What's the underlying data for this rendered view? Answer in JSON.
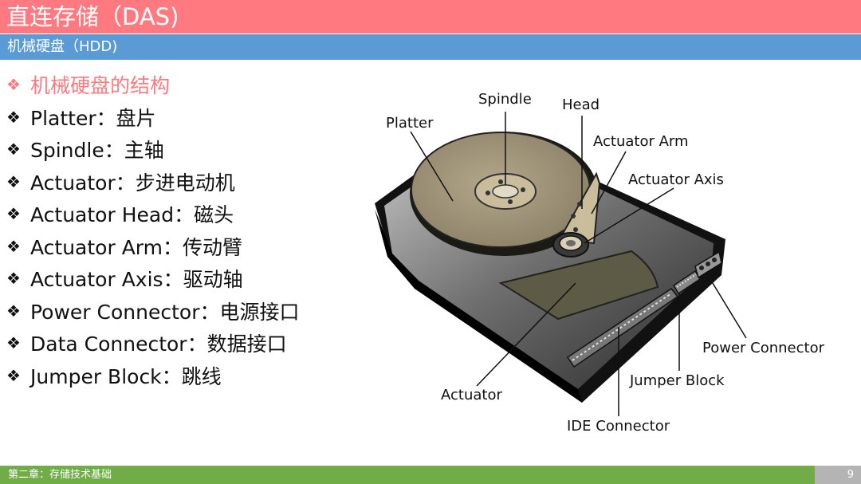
{
  "title": "直连存储（DAS)",
  "subtitle": "机械硬盘（HDD)",
  "bullets": [
    "机械硬盘的结构",
    "Platter：盘片",
    "Spindle：主轴",
    "Actuator：步进电动机",
    "Actuator Head：磁头",
    "Actuator Arm：传动臂",
    "Actuator Axis：驱动轴",
    "Power Connector：电源接口",
    "Data Connector：数据接口",
    "Jumper Block：跳线"
  ],
  "diagram_labels": {
    "spindle": "Spindle",
    "head": "Head",
    "platter": "Platter",
    "actuator_arm": "Actuator Arm",
    "actuator_axis": "Actuator Axis",
    "power_connector": "Power Connector",
    "jumper_block": "Jumper Block",
    "actuator": "Actuator",
    "ide_connector": "IDE Connector"
  },
  "footer": {
    "chapter": "第二章：存储技术基础",
    "page": "9"
  },
  "colors": {
    "title_bar": "#ff7a80",
    "subtitle_bar": "#5b9bd5",
    "footer_bar": "#70ad47",
    "page_box": "#b4b4b4",
    "bullet_heading": "#ff7a80"
  },
  "icons": {
    "bullet": "diamond-bullet-icon"
  }
}
